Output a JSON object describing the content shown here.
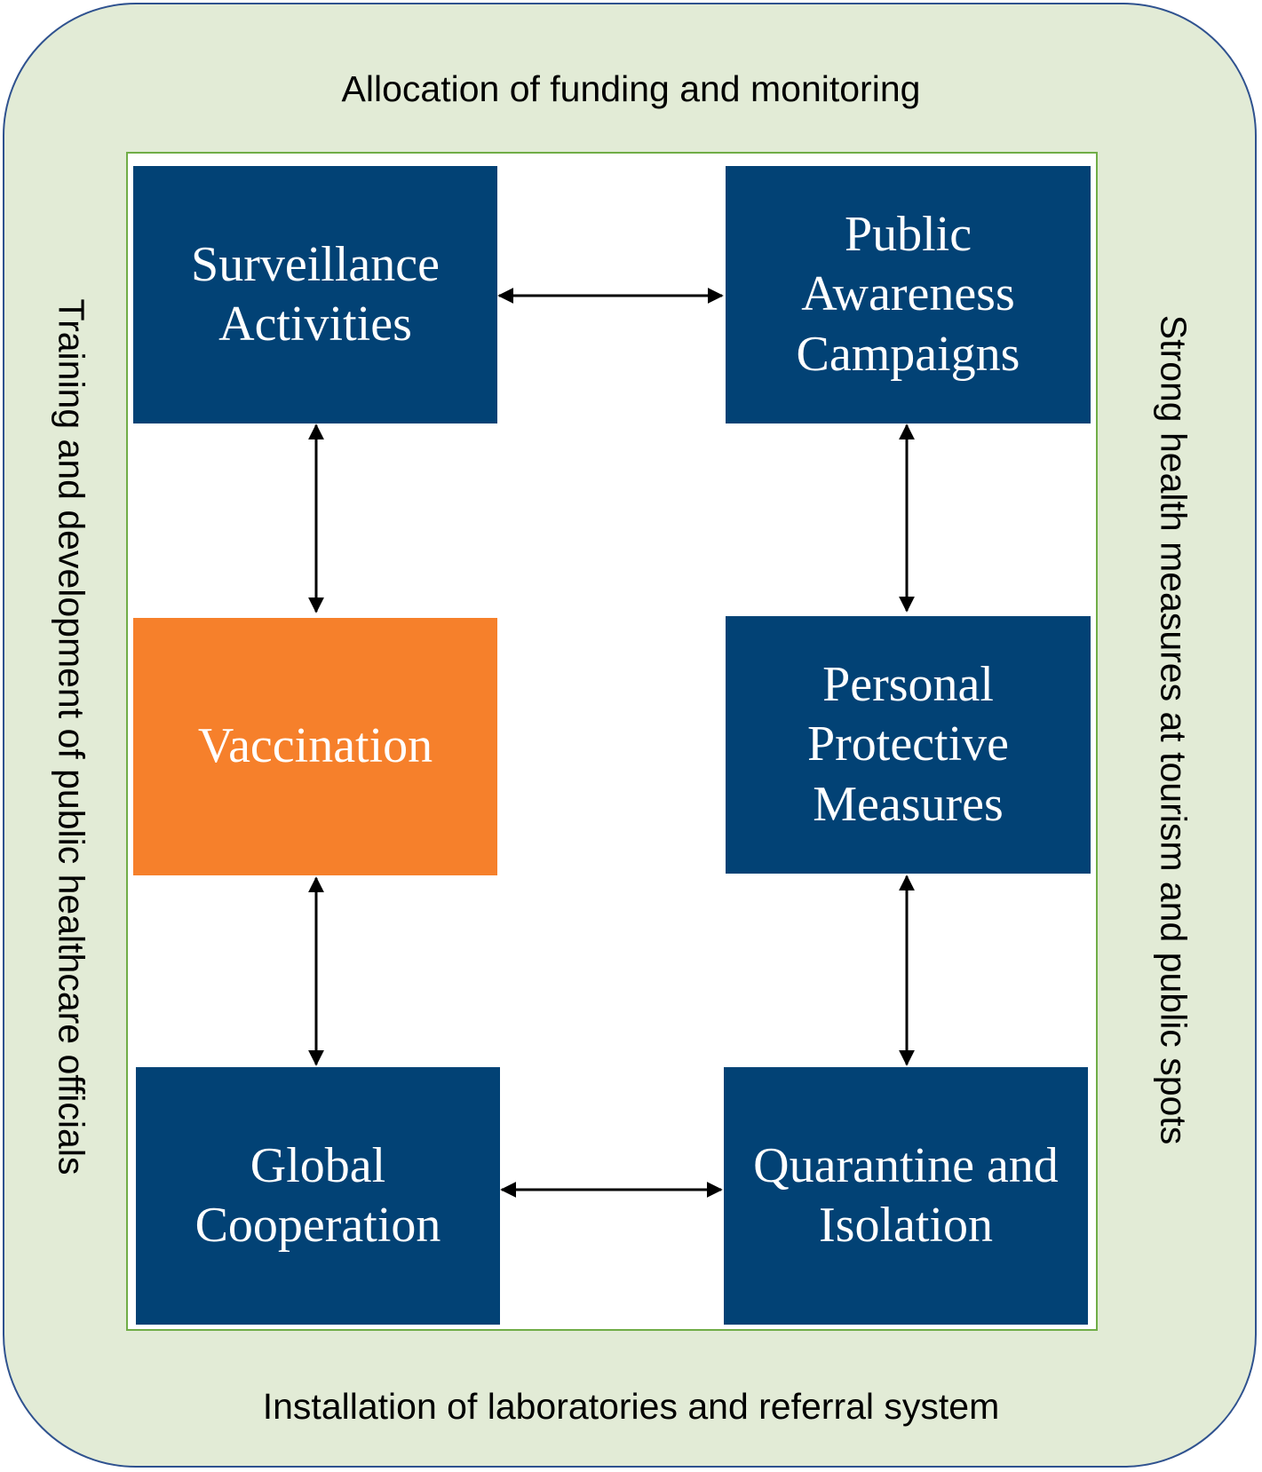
{
  "colors": {
    "outer_fill": "#e2ebd6",
    "outer_border": "#2f528f",
    "inner_border": "#70ad47",
    "box_blue": "#024275",
    "box_orange": "#f6802b",
    "arrow": "#000000"
  },
  "outer": {
    "top_label": "Allocation of funding and monitoring",
    "bottom_label": "Installation of laboratories and referral system",
    "left_label": "Training and development of public healthcare officials",
    "right_label": "Strong health measures at tourism and public spots"
  },
  "boxes": {
    "surveillance": "Surveillance Activities",
    "public_awareness": "Public Awareness Campaigns",
    "vaccination": "Vaccination",
    "personal_protective": "Personal Protective Measures",
    "global_cooperation": "Global Cooperation",
    "quarantine": "Quarantine and Isolation"
  },
  "connections": [
    {
      "from": "Surveillance Activities",
      "to": "Public Awareness Campaigns",
      "direction": "bidirectional"
    },
    {
      "from": "Surveillance Activities",
      "to": "Vaccination",
      "direction": "bidirectional"
    },
    {
      "from": "Public Awareness Campaigns",
      "to": "Personal Protective Measures",
      "direction": "bidirectional"
    },
    {
      "from": "Vaccination",
      "to": "Global Cooperation",
      "direction": "bidirectional"
    },
    {
      "from": "Personal Protective Measures",
      "to": "Quarantine and Isolation",
      "direction": "bidirectional"
    },
    {
      "from": "Global Cooperation",
      "to": "Quarantine and Isolation",
      "direction": "bidirectional"
    }
  ]
}
